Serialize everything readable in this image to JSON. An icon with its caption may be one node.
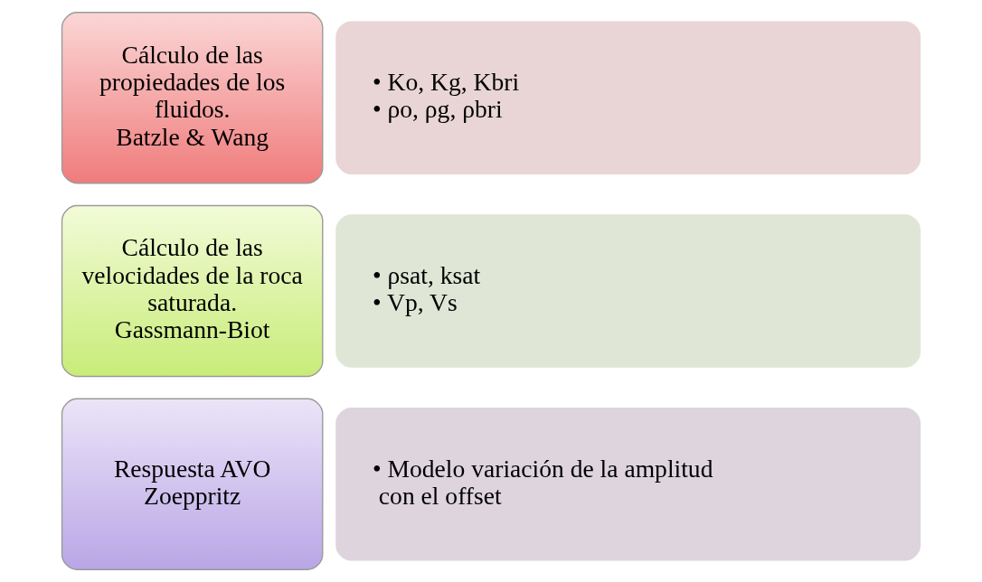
{
  "diagram": {
    "nodes": [
      {
        "text": [
          "Cálculo de las propiedades de los fluidos.",
          "Batzle & Wang"
        ]
      },
      {
        "text": [
          "• Ko, Kg, Kbri",
          "• ρo, ρg, ρbri"
        ]
      },
      {
        "text": [
          "Cálculo de las velocidades de la roca saturada.",
          "Gassmann-Biot"
        ]
      },
      {
        "text": [
          "• ρsat, ksat",
          "• Vp, Vs"
        ]
      },
      {
        "text": [
          "Respuesta AVO",
          "Zoeppritz"
        ]
      },
      {
        "text": [
          "• Modelo variación de la amplitud con el offset"
        ]
      }
    ],
    "edges": []
  }
}
